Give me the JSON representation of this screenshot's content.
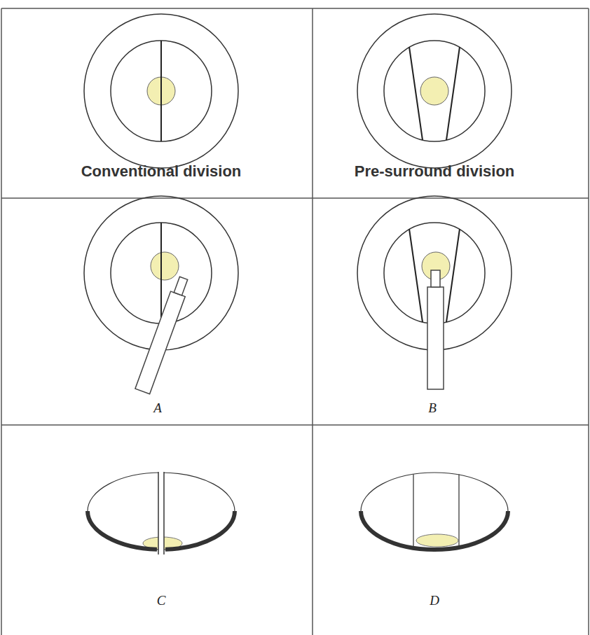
{
  "diagram": {
    "labels": [
      "Conventional division",
      "Pre-surround division",
      "A",
      "B",
      "C",
      "D"
    ]
  }
}
